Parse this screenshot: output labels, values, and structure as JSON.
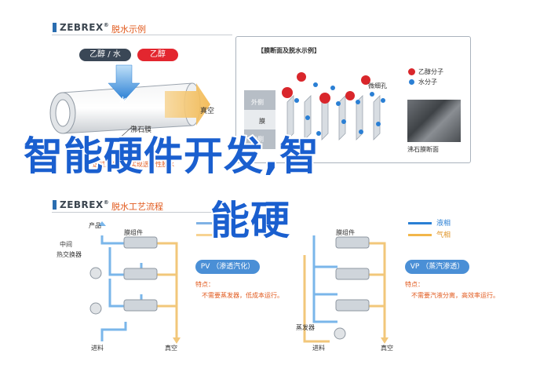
{
  "top": {
    "logo": "ZEBREX",
    "title": "脱水示例",
    "btn_ethanol_water": "乙醇 / 水",
    "btn_ethanol": "乙醇",
    "label_water": "水",
    "label_vacuum": "真空",
    "label_zeolite": "沸石膜",
    "caption": "水分子透过沸石膜，实现选择性脱水"
  },
  "inset": {
    "title": "【膜断面及脱水示例】",
    "legend_ethanol": "乙醇分子",
    "legend_water": "水分子",
    "label_outside": "外侧",
    "label_membrane": "膜",
    "label_inside": "内侧",
    "label_micropore": "微细孔",
    "label_photo": "沸石膜断面"
  },
  "bottom": {
    "logo": "ZEBREX",
    "title": "脱水工艺流程",
    "left": {
      "product": "产品",
      "module": "膜组件",
      "middle": "中间",
      "hx": "热交换器",
      "feed": "进料",
      "vacuum": "真空"
    },
    "mid": {
      "module": "膜组件",
      "legend_liquid": "液相",
      "legend_gas": "气相",
      "evaporator": "蒸发器",
      "feed": "进料",
      "vacuum": "真空",
      "feat_pv_title": "特点：",
      "feat_pv_text": "不需要蒸发器，低成本运行。"
    },
    "pv_label": "PV （渗透汽化）",
    "vp_label": "VP （蒸汽渗透）",
    "vp_feat_title": "特点：",
    "vp_feat_text": "不需要汽液分离，高效率运行。"
  },
  "overlay": {
    "line1": "智能硬件开发,智",
    "line2": "能硬"
  },
  "colors": {
    "brand_blue": "#1a5fcf",
    "liquid": "#2a7fd4",
    "gas": "#f2b64a",
    "red": "#d9262b",
    "orange": "#e15a1e"
  }
}
